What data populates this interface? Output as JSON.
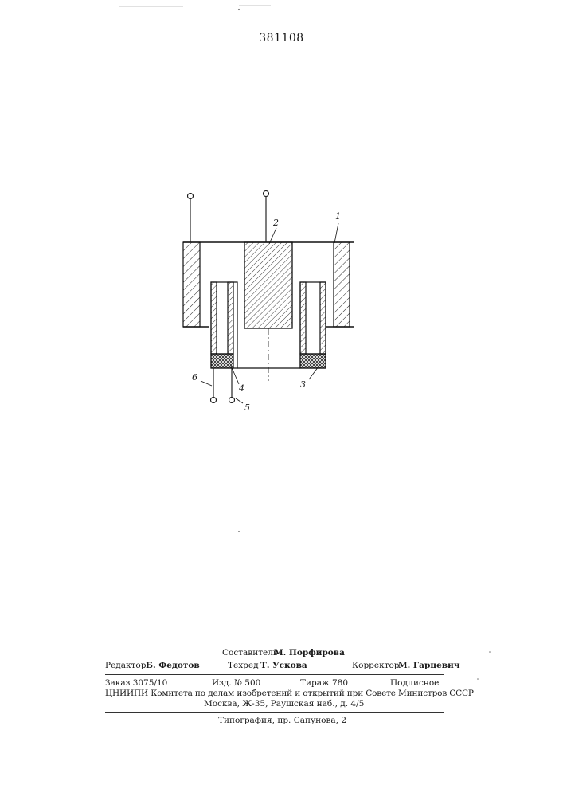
{
  "patent_number": "381108",
  "figure": {
    "labels": [
      "1",
      "2",
      "3",
      "4",
      "5",
      "6"
    ]
  },
  "imprint": {
    "compiler_label": "Составитель",
    "compiler_name": "М. Порфирова",
    "editor_label": "Редактор",
    "editor_name": "Б. Федотов",
    "techred_label": "Техред",
    "techred_name": "Т. Ускова",
    "corrector_label": "Корректор",
    "corrector_name": "М. Гарцевич",
    "order": "Заказ 3075/10",
    "edition": "Изд. № 500",
    "circulation": "Тираж 780",
    "subscription": "Подписное",
    "org_line": "ЦНИИПИ Комитета по делам изобретений и открытий при Совете Министров СССР",
    "address": "Москва, Ж-35, Раушская наб., д. 4/5",
    "printer": "Типография, пр. Сапунова, 2"
  }
}
